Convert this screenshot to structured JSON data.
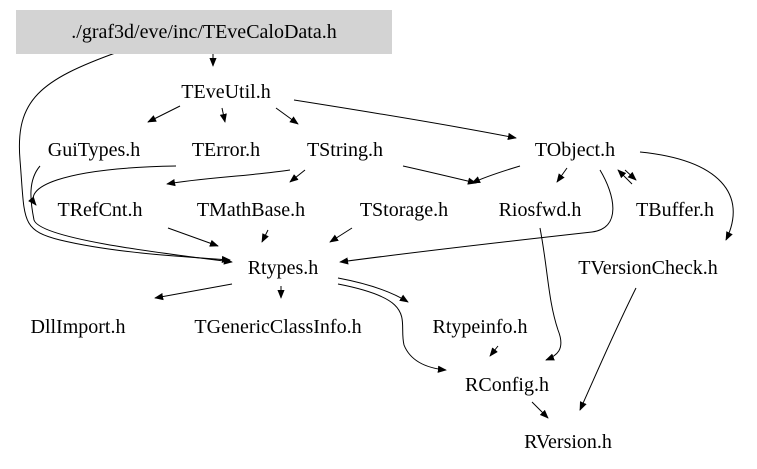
{
  "colors": {
    "background": "#ffffff",
    "root_fill": "#d3d3d3",
    "edge": "#000000",
    "text": "#000000"
  },
  "nodes": [
    {
      "id": "root",
      "label": "./graf3d/eve/inc/TEveCaloData.h",
      "highlighted": true
    },
    {
      "id": "teveutil",
      "label": "TEveUtil.h"
    },
    {
      "id": "guitypes",
      "label": "GuiTypes.h"
    },
    {
      "id": "terror",
      "label": "TError.h"
    },
    {
      "id": "tstring",
      "label": "TString.h"
    },
    {
      "id": "tobject",
      "label": "TObject.h"
    },
    {
      "id": "trefcnt",
      "label": "TRefCnt.h"
    },
    {
      "id": "tmathbase",
      "label": "TMathBase.h"
    },
    {
      "id": "tstorage",
      "label": "TStorage.h"
    },
    {
      "id": "riosfwd",
      "label": "Riosfwd.h"
    },
    {
      "id": "tbuffer",
      "label": "TBuffer.h"
    },
    {
      "id": "rtypes",
      "label": "Rtypes.h"
    },
    {
      "id": "tversioncheck",
      "label": "TVersionCheck.h"
    },
    {
      "id": "dllimport",
      "label": "DllImport.h"
    },
    {
      "id": "tgenericclassinfo",
      "label": "TGenericClassInfo.h"
    },
    {
      "id": "rtypeinfo",
      "label": "Rtypeinfo.h"
    },
    {
      "id": "rconfig",
      "label": "RConfig.h"
    },
    {
      "id": "rversion",
      "label": "RVersion.h"
    }
  ],
  "edges": [
    {
      "from": "root",
      "to": "teveutil"
    },
    {
      "from": "root",
      "to": "rtypes"
    },
    {
      "from": "teveutil",
      "to": "guitypes"
    },
    {
      "from": "teveutil",
      "to": "terror"
    },
    {
      "from": "teveutil",
      "to": "tstring"
    },
    {
      "from": "teveutil",
      "to": "tobject"
    },
    {
      "from": "guitypes",
      "to": "rtypes"
    },
    {
      "from": "terror",
      "to": "rtypes"
    },
    {
      "from": "tstring",
      "to": "trefcnt"
    },
    {
      "from": "tstring",
      "to": "tmathbase"
    },
    {
      "from": "tstring",
      "to": "riosfwd"
    },
    {
      "from": "tobject",
      "to": "riosfwd"
    },
    {
      "from": "tobject",
      "to": "tstorage"
    },
    {
      "from": "tobject",
      "to": "tbuffer"
    },
    {
      "from": "tobject",
      "to": "rtypes"
    },
    {
      "from": "tobject",
      "to": "tversioncheck"
    },
    {
      "from": "tbuffer",
      "to": "tobject"
    },
    {
      "from": "trefcnt",
      "to": "rtypes"
    },
    {
      "from": "tmathbase",
      "to": "rtypes"
    },
    {
      "from": "tstorage",
      "to": "rtypes"
    },
    {
      "from": "riosfwd",
      "to": "rconfig"
    },
    {
      "from": "rtypes",
      "to": "dllimport"
    },
    {
      "from": "rtypes",
      "to": "tgenericclassinfo"
    },
    {
      "from": "rtypes",
      "to": "rtypeinfo"
    },
    {
      "from": "rtypes",
      "to": "rconfig"
    },
    {
      "from": "rtypeinfo",
      "to": "rconfig"
    },
    {
      "from": "tversioncheck",
      "to": "rversion"
    },
    {
      "from": "rconfig",
      "to": "rversion"
    }
  ]
}
